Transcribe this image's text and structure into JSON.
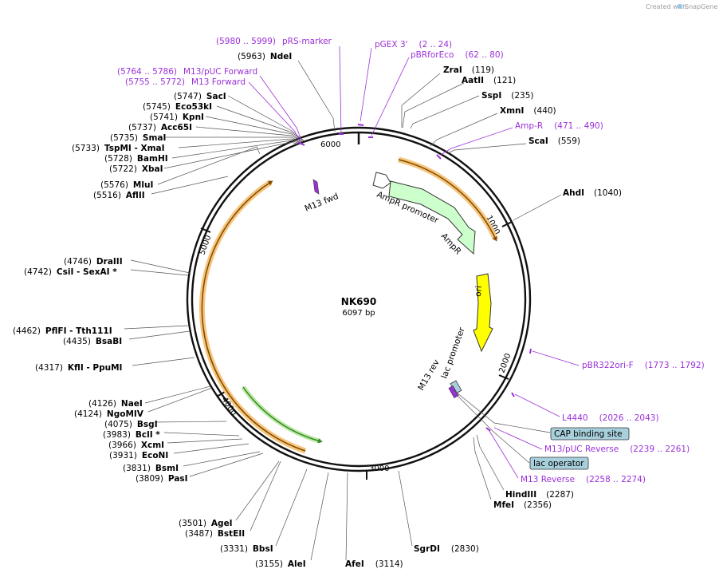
{
  "watermark": {
    "prefix": "Created with",
    "brand": "SnapGene"
  },
  "plasmid": {
    "name": "NK690",
    "size_label": "6097 bp",
    "length": 6097
  },
  "ticks": [
    "1000",
    "2000",
    "3000",
    "4000",
    "5000",
    "6000"
  ],
  "enzymes": [
    {
      "pos": "(5963)",
      "name": "NdeI"
    },
    {
      "pos": "(119)",
      "name": "ZraI"
    },
    {
      "pos": "(121)",
      "name": "AatII"
    },
    {
      "pos": "(235)",
      "name": "SspI"
    },
    {
      "pos": "(440)",
      "name": "XmnI"
    },
    {
      "pos": "(559)",
      "name": "ScaI"
    },
    {
      "pos": "(1040)",
      "name": "AhdI"
    },
    {
      "pos": "(2287)",
      "name": "HindIII"
    },
    {
      "pos": "(2356)",
      "name": "MfeI"
    },
    {
      "pos": "(2830)",
      "name": "SgrDI"
    },
    {
      "pos": "(3114)",
      "name": "AfeI"
    },
    {
      "pos": "(3155)",
      "name": "AleI"
    },
    {
      "pos": "(3331)",
      "name": "BbsI"
    },
    {
      "pos": "(3487)",
      "name": "BstEII"
    },
    {
      "pos": "(3501)",
      "name": "AgeI"
    },
    {
      "pos": "(3809)",
      "name": "PasI"
    },
    {
      "pos": "(3831)",
      "name": "BsmI"
    },
    {
      "pos": "(3931)",
      "name": "EcoNI"
    },
    {
      "pos": "(3966)",
      "name": "XcmI"
    },
    {
      "pos": "(3983)",
      "name": "BclI *"
    },
    {
      "pos": "(4075)",
      "name": "BsgI"
    },
    {
      "pos": "(4124)",
      "name": "NgoMIV"
    },
    {
      "pos": "(4126)",
      "name": "NaeI"
    },
    {
      "pos": "(4317)",
      "name": "KflI  -  PpuMI"
    },
    {
      "pos": "(4435)",
      "name": "BsaBI"
    },
    {
      "pos": "(4462)",
      "name": "PflFI  -  Tth111I"
    },
    {
      "pos": "(4742)",
      "name": "CsiI  -  SexAI *"
    },
    {
      "pos": "(4746)",
      "name": "DraIII"
    },
    {
      "pos": "(5516)",
      "name": "AflII"
    },
    {
      "pos": "(5576)",
      "name": "MluI"
    },
    {
      "pos": "(5722)",
      "name": "XbaI"
    },
    {
      "pos": "(5728)",
      "name": "BamHI"
    },
    {
      "pos": "(5733)",
      "name": "TspMI  -  XmaI"
    },
    {
      "pos": "(5735)",
      "name": "SmaI"
    },
    {
      "pos": "(5737)",
      "name": "Acc65I"
    },
    {
      "pos": "(5741)",
      "name": "KpnI"
    },
    {
      "pos": "(5745)",
      "name": "Eco53kI"
    },
    {
      "pos": "(5747)",
      "name": "SacI"
    }
  ],
  "primers": [
    {
      "range": "(5980 .. 5999)",
      "name": "pRS-marker"
    },
    {
      "range": "(2 .. 24)",
      "name": "pGEX 3'"
    },
    {
      "range": "(62 .. 80)",
      "name": "pBRforEco"
    },
    {
      "range": "(5764 .. 5786)",
      "name": "M13/pUC Forward"
    },
    {
      "range": "(5755 .. 5772)",
      "name": "M13 Forward"
    },
    {
      "range": "(471 .. 490)",
      "name": "Amp-R"
    },
    {
      "range": "(1773 .. 1792)",
      "name": "pBR322ori-F"
    },
    {
      "range": "(2026 .. 2043)",
      "name": "L4440"
    },
    {
      "range": "(2239 .. 2261)",
      "name": "M13/pUC Reverse"
    },
    {
      "range": "(2258 .. 2274)",
      "name": "M13 Reverse"
    }
  ],
  "boxed_features": [
    "CAP binding site",
    "lac operator"
  ],
  "features": {
    "ampr_promoter": "AmpR promoter",
    "ampr": "AmpR",
    "ori": "ori",
    "lac_promoter": "lac promoter",
    "m13_rev": "M13 rev",
    "m13_fwd": "M13 fwd"
  },
  "colors": {
    "primer": "#9b30d9",
    "ampr_fill": "#ccffcc",
    "ori_fill": "#ffff00",
    "orf_orange": "#f5a623",
    "orf_green": "#2f8a1f",
    "box_fill": "#a8d0dc",
    "backbone": "#111111"
  }
}
